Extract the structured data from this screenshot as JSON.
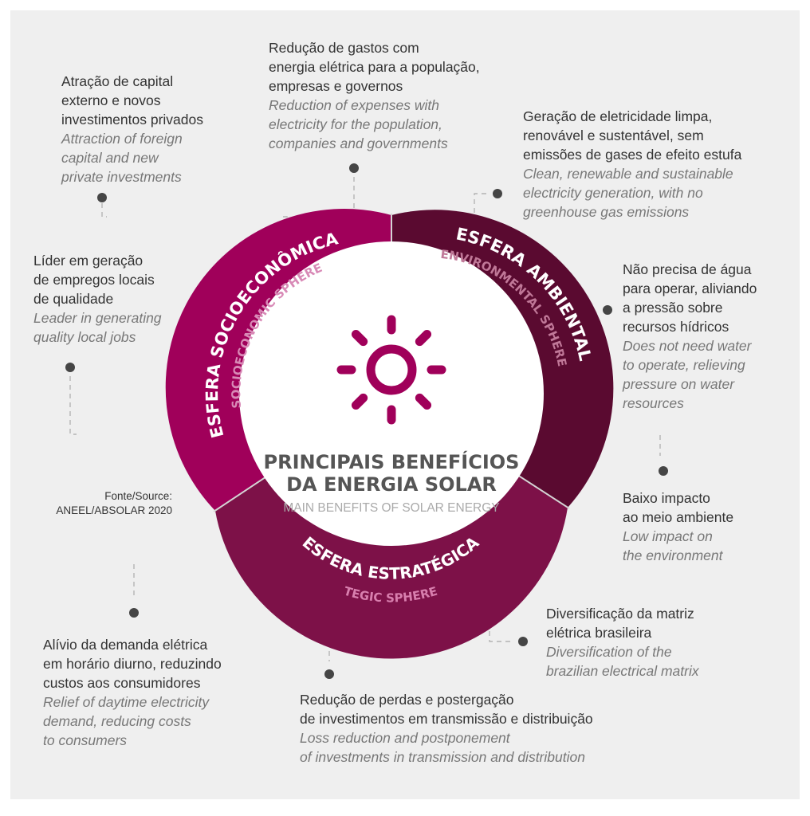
{
  "diagram": {
    "center_title_line1": "PRINCIPAIS BENEFÍCIOS",
    "center_title_line2": "DA ENERGIA SOLAR",
    "center_subtitle": "MAIN BENEFITS OF SOLAR ENERGY",
    "spheres": {
      "socio_pt": "ESFERA SOCIOECONÔMICA",
      "socio_en": "SOCIOECONOMIC SPHERE",
      "env_pt": "ESFERA AMBIENTAL",
      "env_en": "ENVIRONMENTAL SPHERE",
      "strat_pt": "ESFERA ESTRATÉGICA",
      "strat_en": "TEGIC SPHERE"
    },
    "colors": {
      "socio": "#a0005a",
      "env": "#5a0a30",
      "strat": "#7d1148",
      "sun": "#a0005a",
      "dot": "#454545",
      "background": "#efefef"
    },
    "icon": "sun-icon"
  },
  "source": "Fonte/Source:\nANEEL/ABSOLAR 2020",
  "benefits": {
    "capital": {
      "pt": "Atração de capital\nexterno e novos\ninvestimentos privados",
      "en": "Attraction of foreign\ncapital and new\nprivate investments"
    },
    "expenses": {
      "pt": "Redução de gastos com\nenergia elétrica para a população,\nempresas e governos",
      "en": "Reduction of expenses with\nelectricity  for the population,\ncompanies and governments"
    },
    "clean": {
      "pt": "Geração de eletricidade limpa,\nrenovável e sustentável, sem\nemissões de gases de efeito estufa",
      "en": "Clean, renewable and sustainable\nelectricity generation, with no\ngreenhouse gas emissions"
    },
    "jobs": {
      "pt": "Líder em geração\nde empregos locais\nde qualidade",
      "en": "Leader in generating\nquality local jobs"
    },
    "water": {
      "pt": "Não precisa de água\npara operar, aliviando\na pressão sobre\nrecursos hídricos",
      "en": "Does not need water\nto operate, relieving\npressure on water\nresources"
    },
    "impact": {
      "pt": "Baixo impacto\nao meio ambiente",
      "en": "Low impact on\nthe environment"
    },
    "diversification": {
      "pt": "Diversificação da matriz\nelétrica brasileira",
      "en": "Diversification of the\nbrazilian electrical matrix"
    },
    "demand": {
      "pt": "Alívio da demanda elétrica\nem horário diurno, reduzindo\ncustos aos consumidores",
      "en": "Relief of daytime electricity\ndemand, reducing costs\nto consumers"
    },
    "losses": {
      "pt": "Redução de perdas e postergação\nde investimentos em transmissão e distribuição",
      "en": "Loss reduction and postponement\nof investments in transmission and distribution"
    }
  }
}
